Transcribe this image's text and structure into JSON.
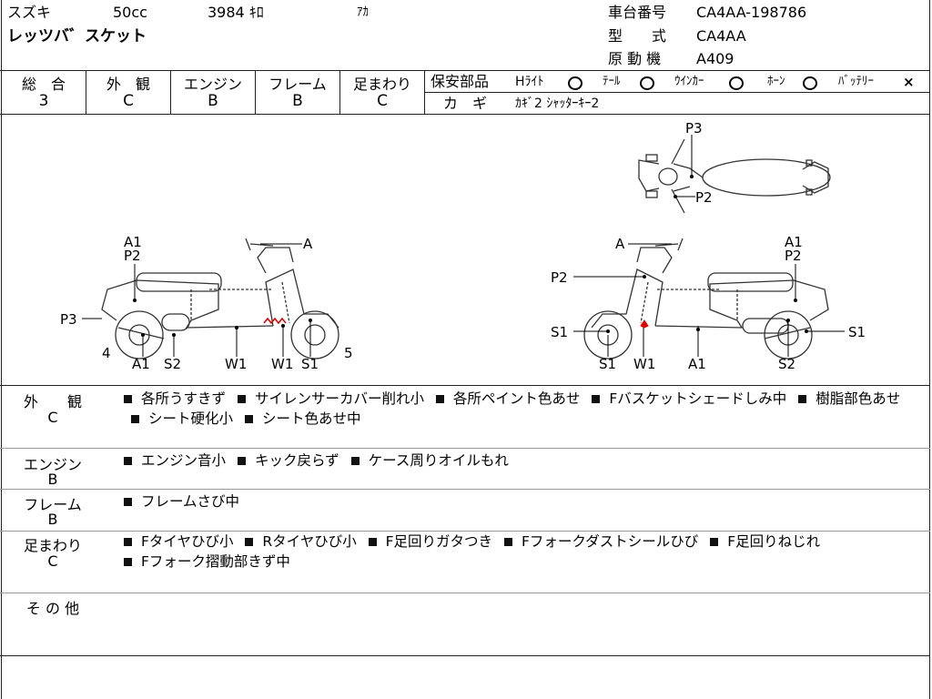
{
  "header": {
    "maker": "スズキ",
    "cc": "50cc",
    "mileage": "3984 ｷﾛ",
    "color": "ｱｶ",
    "model_name": "レッツバ゛スケット",
    "frame_label": "車台番号",
    "frame_value": "CA4AA-198786",
    "type_label": "型　　式",
    "type_value": "CA4AA",
    "engine_label": "原 動 機",
    "engine_value": "A409"
  },
  "grades": [
    {
      "label": "総　合",
      "value": "3"
    },
    {
      "label": "外　観",
      "value": "C"
    },
    {
      "label": "エンジン",
      "value": "B"
    },
    {
      "label": "フレーム",
      "value": "B"
    },
    {
      "label": "足まわり",
      "value": "C"
    }
  ],
  "safety": {
    "label": "保安部品",
    "items": [
      {
        "name": "Hﾗｲﾄ",
        "mark": "circle"
      },
      {
        "name": "ﾃｰﾙ",
        "mark": "circle"
      },
      {
        "name": "ｳｲﾝｶｰ",
        "mark": "circle"
      },
      {
        "name": "ﾎｰﾝ",
        "mark": "circle"
      },
      {
        "name": "ﾊﾞｯﾃﾘｰ",
        "mark": "cross"
      }
    ],
    "key_label": "カ　ギ",
    "key_value": "ｶｷﾞ2 ｼｬｯﾀｰｷｰ2"
  },
  "diagram": {
    "top": {
      "p3": "P3",
      "p2": "P2"
    },
    "left": {
      "a": "A",
      "a1": "A1",
      "p2": "P2",
      "p3": "P3",
      "n4": "4",
      "n5": "5",
      "b_a1": "A1",
      "b_s2": "S2",
      "b_w1a": "W1",
      "b_w1b": "W1",
      "b_s1": "S1"
    },
    "right": {
      "a": "A",
      "a1": "A1",
      "p2": "P2",
      "p2l": "P2",
      "s1l": "S1",
      "s1r": "S1",
      "b_s1": "S1",
      "b_w1": "W1",
      "b_a1": "A1",
      "b_s2": "S2"
    }
  },
  "comments": [
    {
      "label": "外　　観",
      "grade": "C",
      "lines": [
        "各所うすきず",
        "サイレンサーカバー削れ小",
        "各所ペイント色あせ",
        "Fバスケットシェードしみ中",
        "樹脂部色あせ",
        "シート硬化小",
        "シート色あせ中"
      ]
    },
    {
      "label": "エンジン",
      "grade": "B",
      "lines": [
        "エンジン音小",
        "キック戻らず",
        "ケース周りオイルもれ"
      ]
    },
    {
      "label": "フレーム",
      "grade": "B",
      "lines": [
        "フレームさび中"
      ]
    },
    {
      "label": "足まわり",
      "grade": "C",
      "lines": [
        "Fタイヤひび小",
        "Rタイヤひび小",
        "F足回りガタつき",
        "Fフォークダストシールひび",
        "F足回りねじれ",
        "Fフォーク摺動部きず中"
      ]
    },
    {
      "label": "そ の 他",
      "grade": "",
      "lines": []
    }
  ]
}
